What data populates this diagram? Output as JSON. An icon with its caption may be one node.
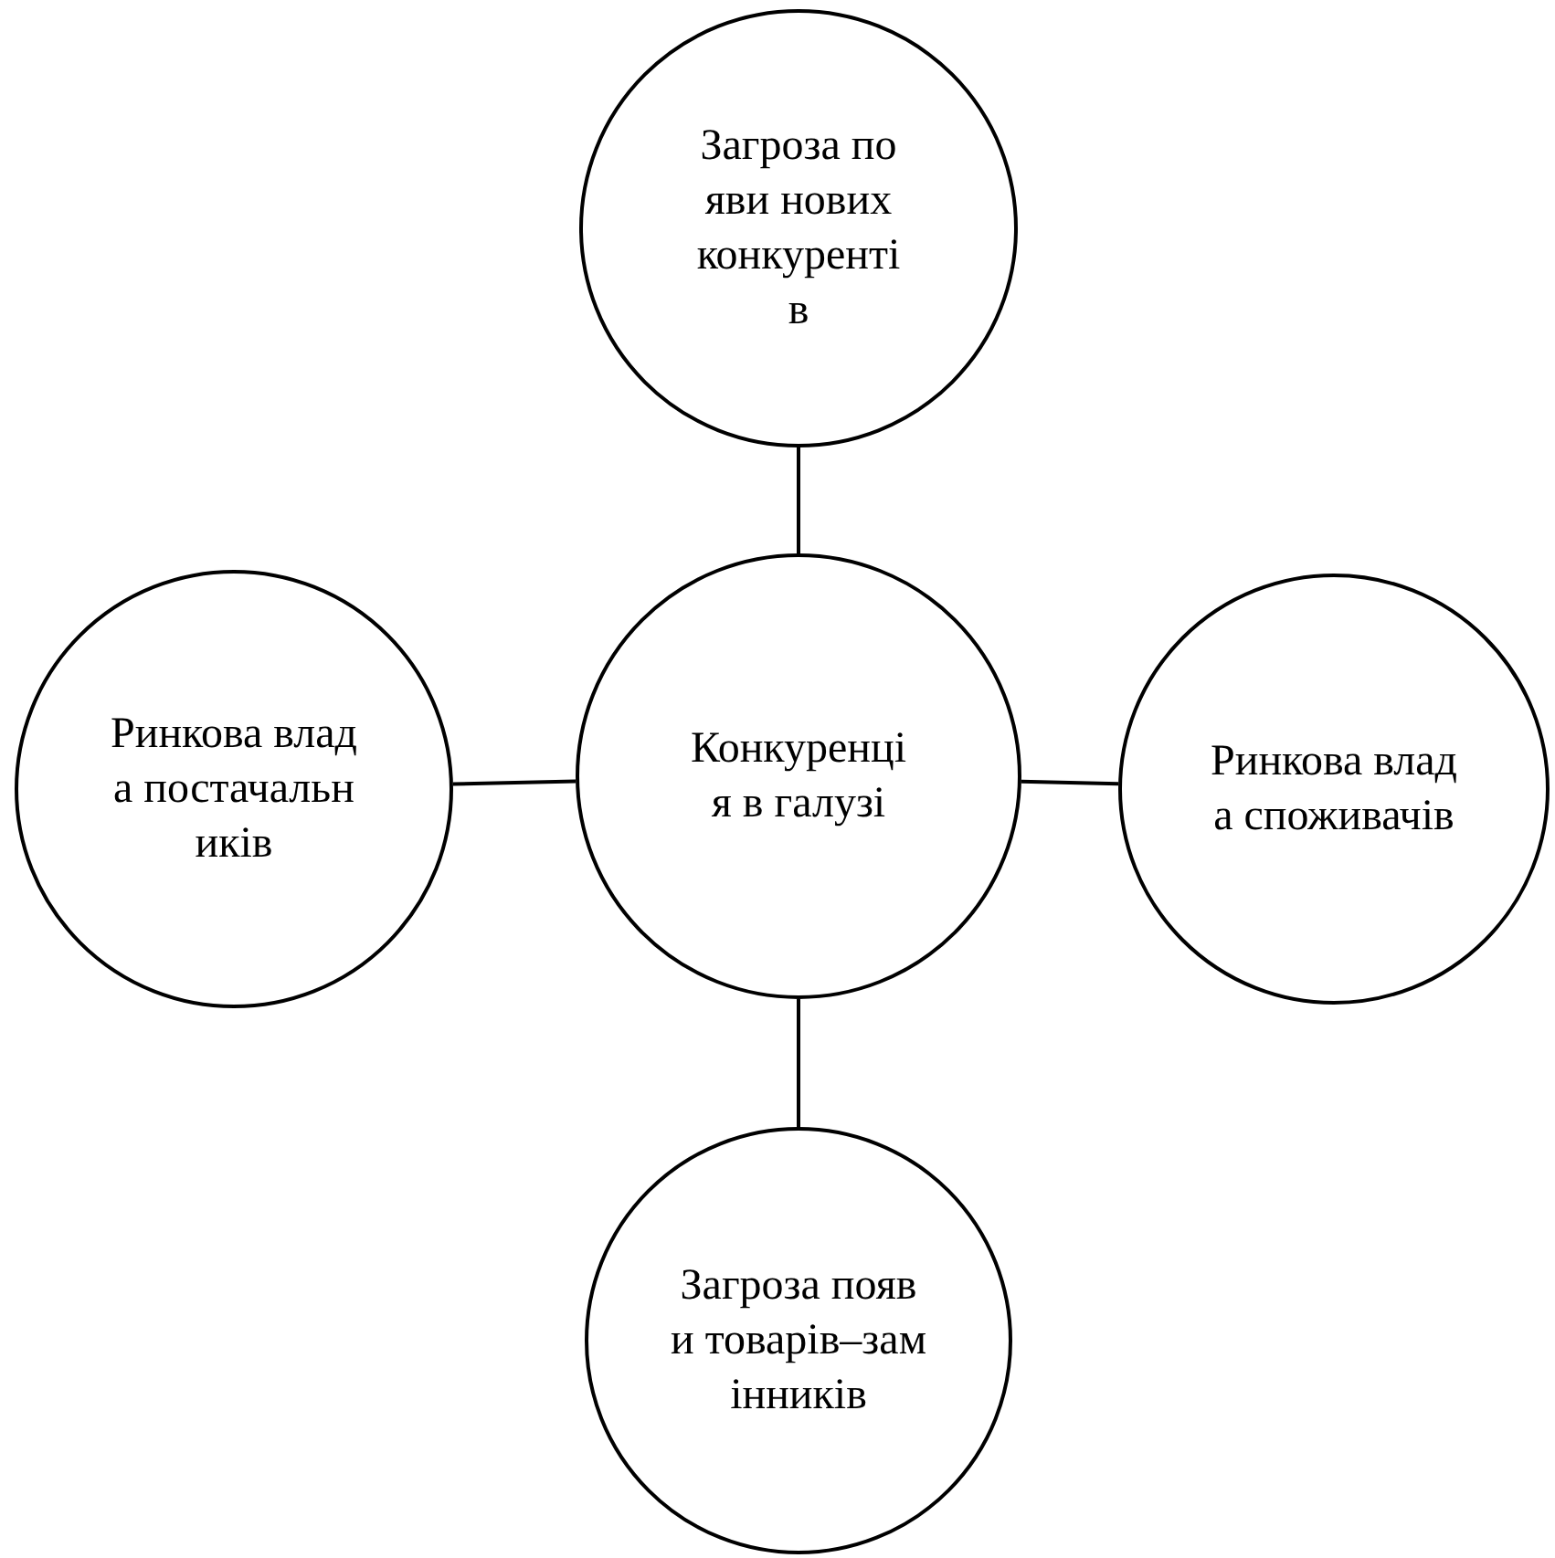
{
  "diagram": {
    "nodes": [
      {
        "text": [
          "Загроза появи нових конкурентів"
        ]
      },
      {
        "text": [
          "Ринкова влада постачальників"
        ]
      },
      {
        "text": [
          "Конкуренція в галузі"
        ]
      },
      {
        "text": [
          "Ринкова влада споживачів"
        ]
      },
      {
        "text": [
          "Загроза появи товарів–замінників"
        ]
      }
    ],
    "edges": [
      {
        "from": 0,
        "to": 2,
        "arrow": "none"
      },
      {
        "from": 1,
        "to": 2,
        "arrow": "none"
      },
      {
        "from": 2,
        "to": 3,
        "arrow": "none"
      },
      {
        "from": 2,
        "to": 4,
        "arrow": "none"
      }
    ]
  }
}
